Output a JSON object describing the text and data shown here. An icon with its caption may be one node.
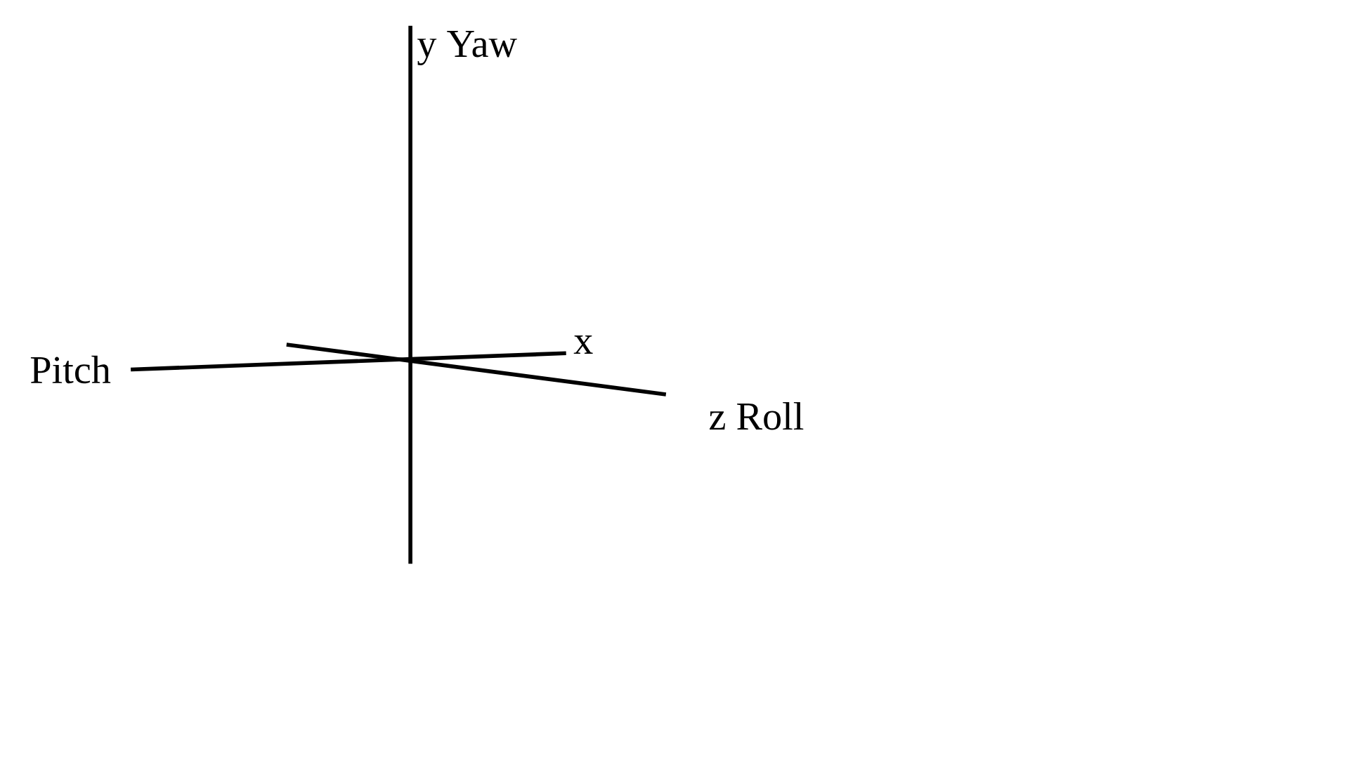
{
  "diagram": {
    "labels": [
      "y Yaw",
      "x",
      "Pitch",
      "z Roll"
    ]
  }
}
